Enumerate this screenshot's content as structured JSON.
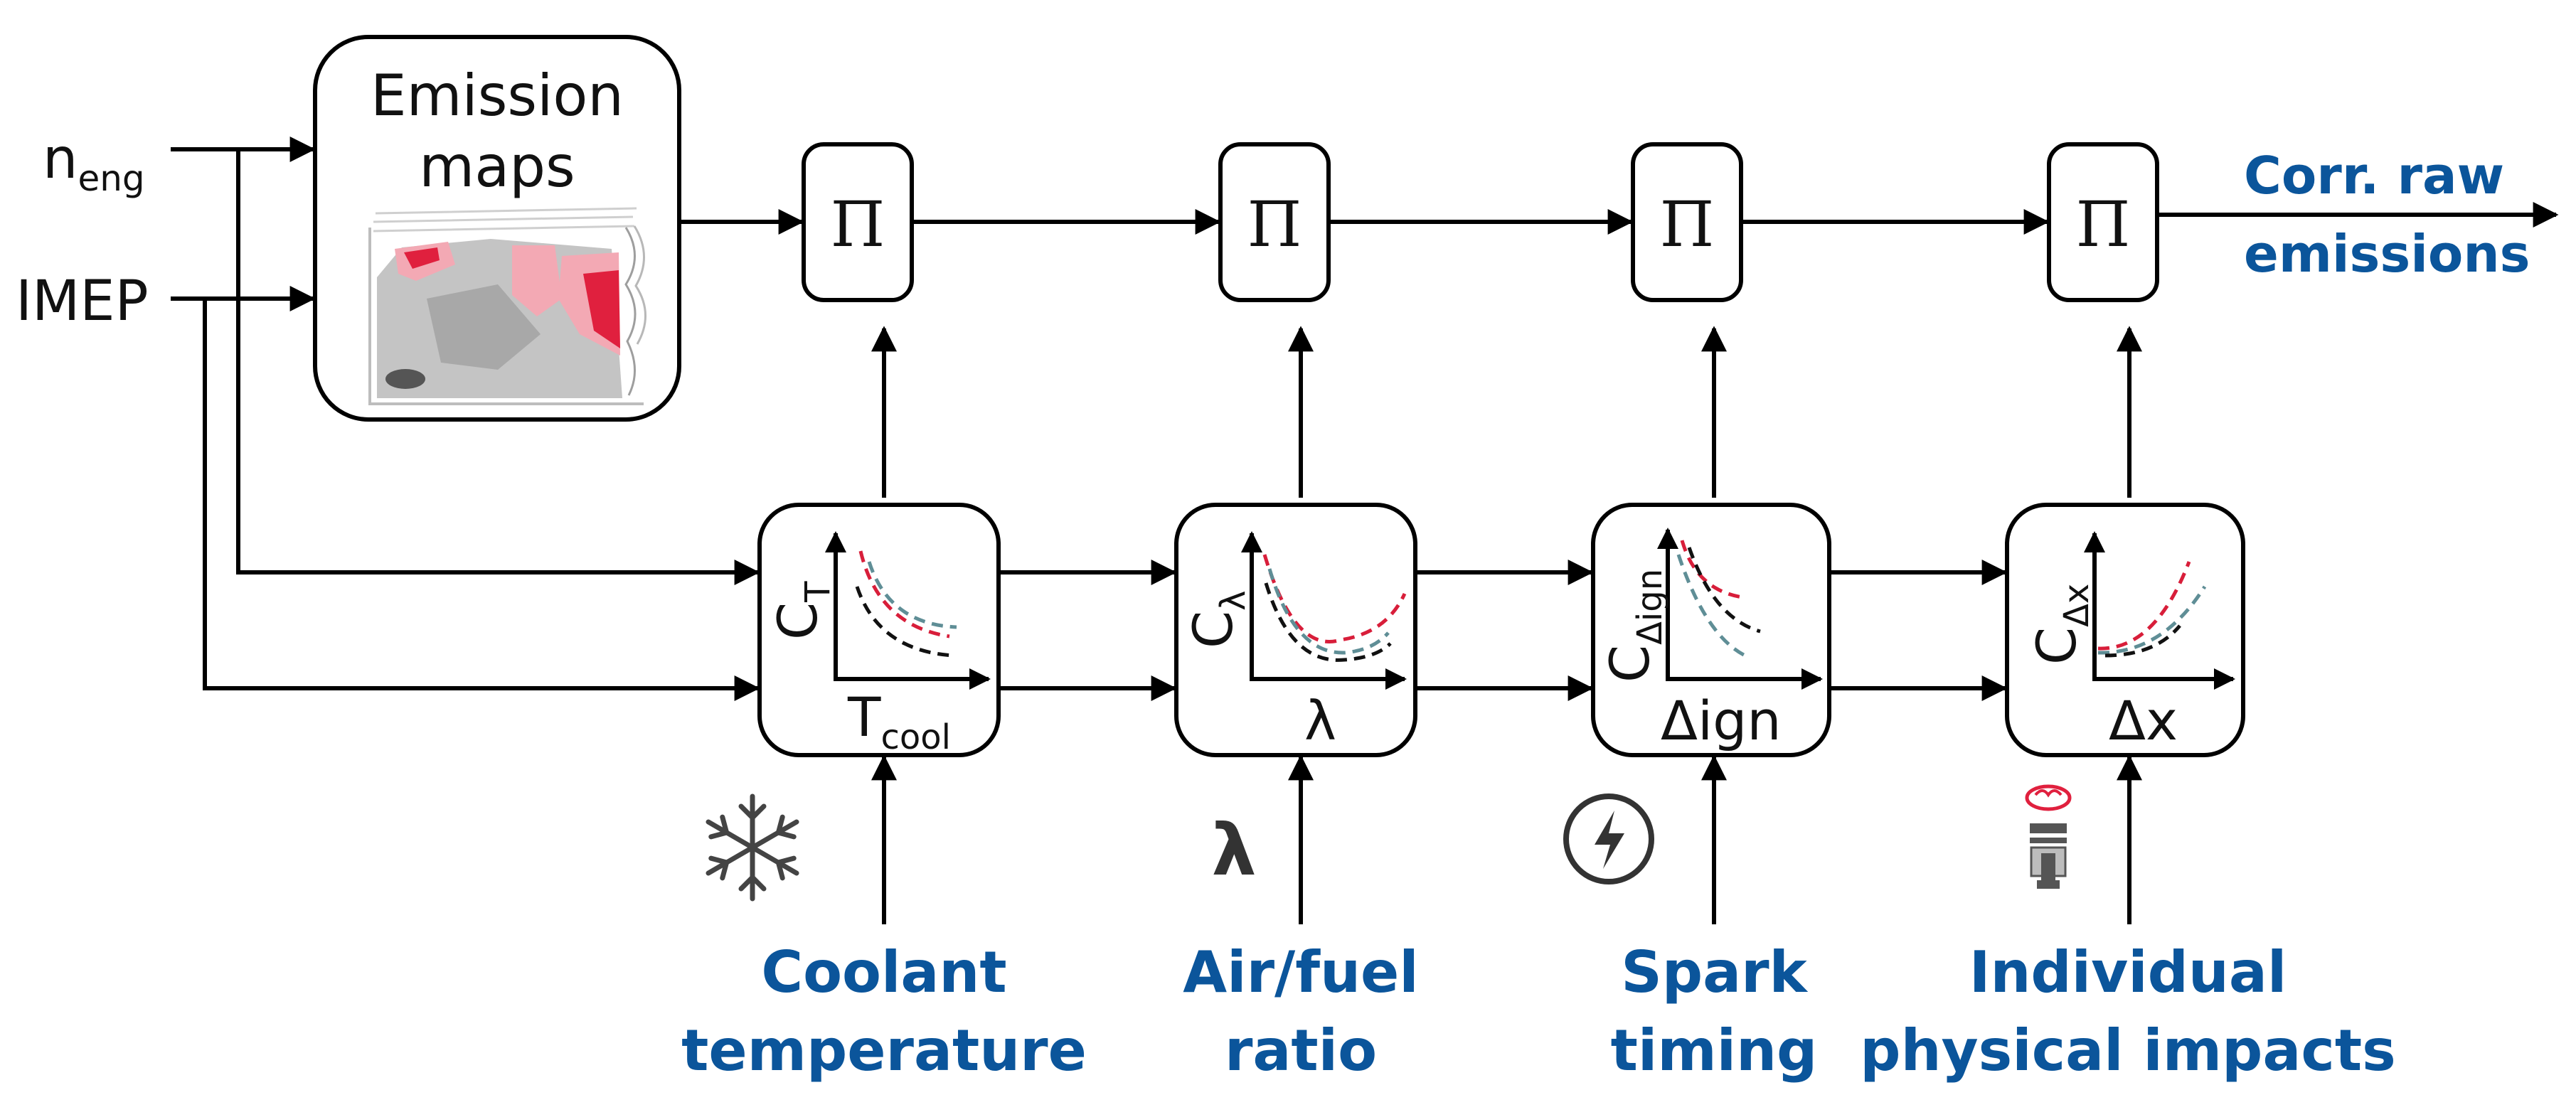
{
  "inputs": {
    "neng_main": "n",
    "neng_sub": "eng",
    "imep": "IMEP"
  },
  "emission_maps": {
    "line1": "Emission",
    "line2": "maps"
  },
  "product_symbol": "Π",
  "output": {
    "line1": "Corr. raw",
    "line2": "emissions"
  },
  "correction_blocks": [
    {
      "y_main": "C",
      "y_sub": "T",
      "x_main": "T",
      "x_sub": "cool"
    },
    {
      "y_main": "C",
      "y_sub": "λ",
      "x_main": "λ",
      "x_sub": ""
    },
    {
      "y_main": "C",
      "y_sub": "Δign",
      "x_main": "Δign",
      "x_sub": ""
    },
    {
      "y_main": "C",
      "y_sub": "Δx",
      "x_main": "Δx",
      "x_sub": ""
    }
  ],
  "bottom_inputs": [
    {
      "line1": "Coolant",
      "line2": "temperature",
      "icon": "snowflake-icon"
    },
    {
      "line1": "Air/fuel",
      "line2": "ratio",
      "icon": "lambda-icon",
      "icon_text": "λ"
    },
    {
      "line1": "Spark",
      "line2": "timing",
      "icon": "lightning-icon"
    },
    {
      "line1": "Individual",
      "line2": "physical impacts",
      "icon": "piston-icon"
    }
  ],
  "colors": {
    "accent_blue": "#0b559b",
    "curve_red": "#d81e3a",
    "curve_teal": "#5f8e96",
    "curve_black": "#111111",
    "map_red": "#e0203e",
    "map_pink": "#f3a9b4",
    "map_gray": "#b5b5b5"
  }
}
